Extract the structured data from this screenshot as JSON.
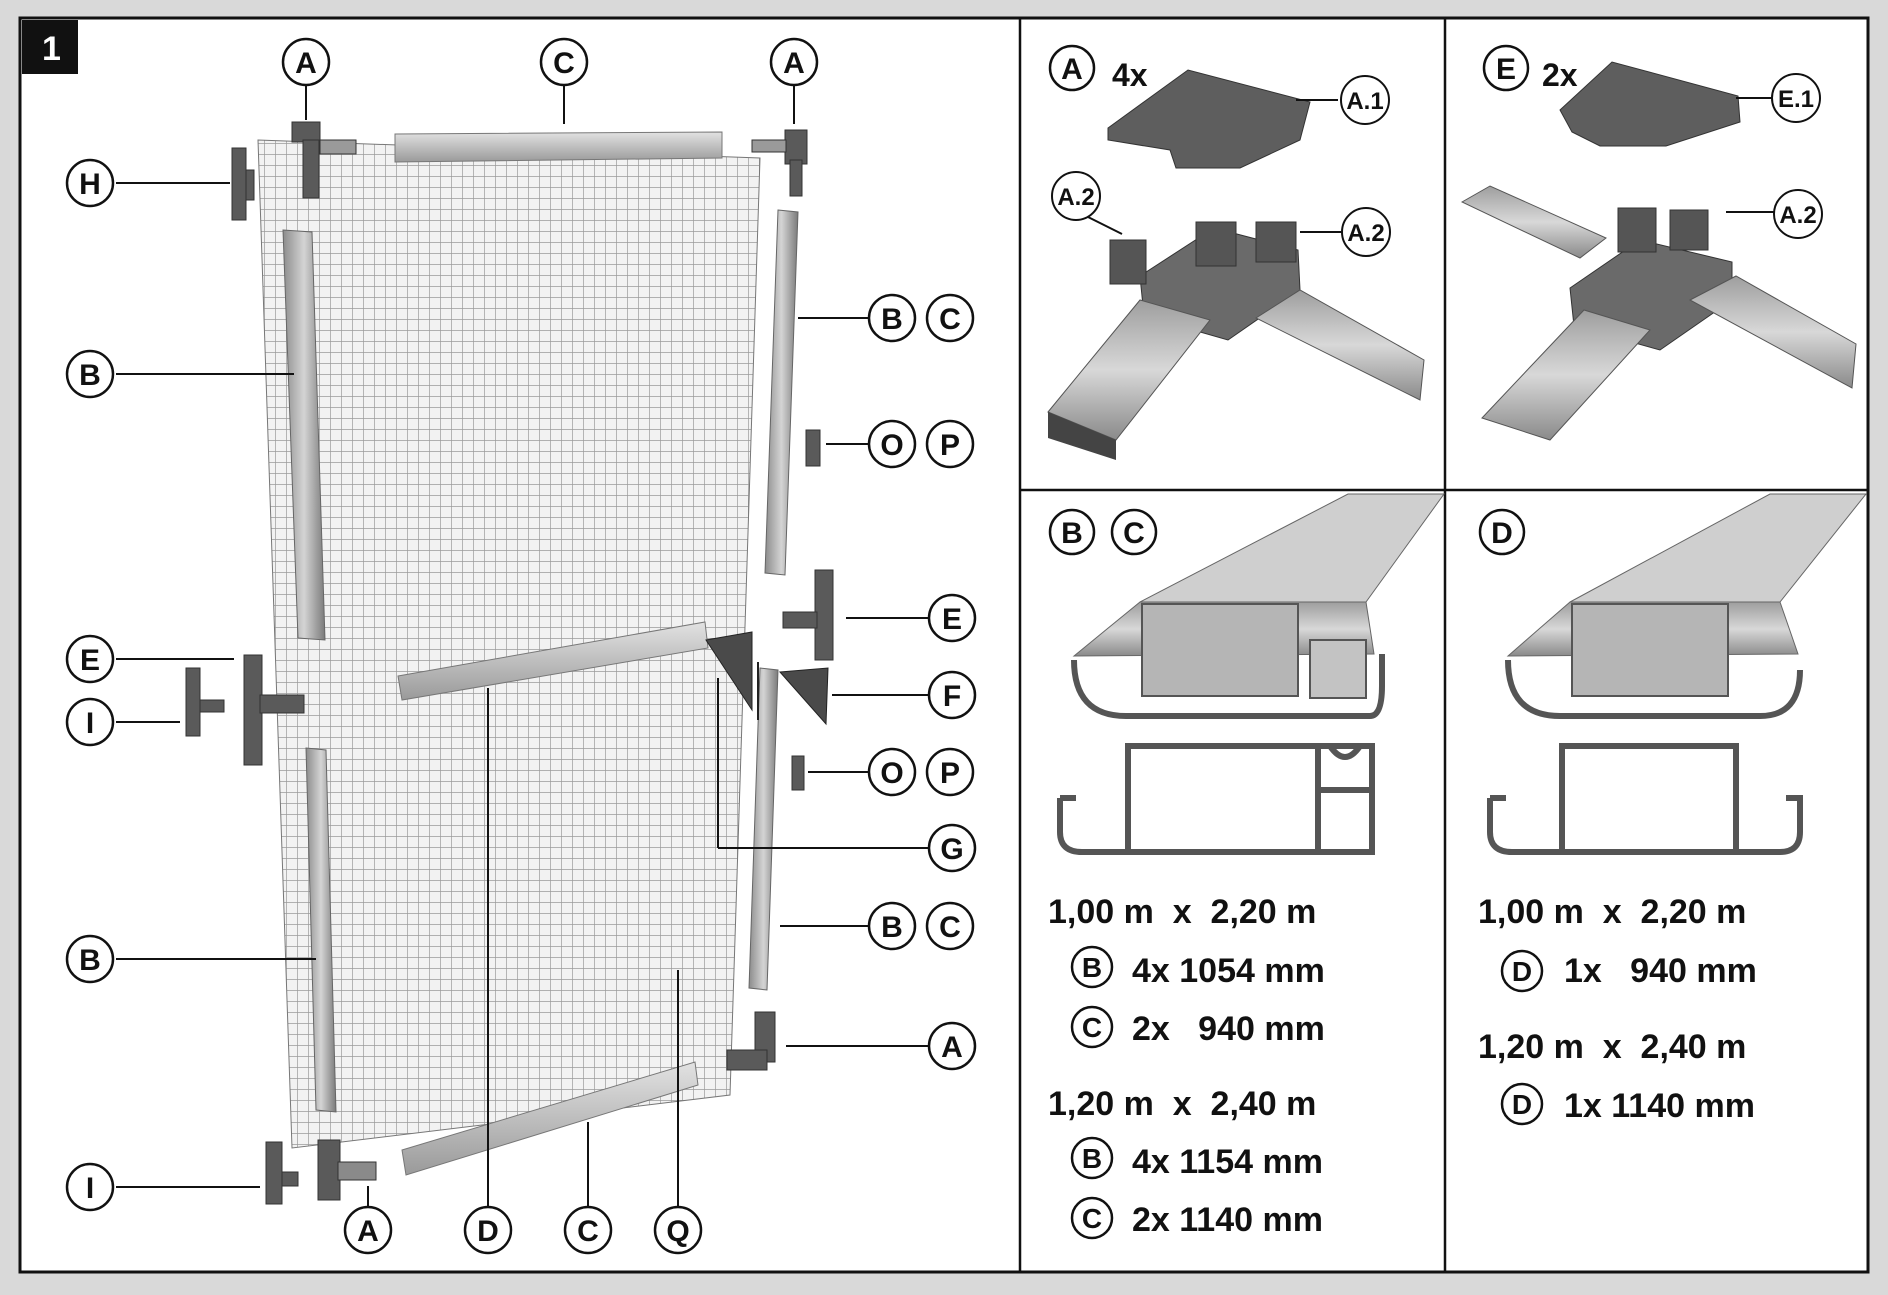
{
  "figure_number": "1",
  "callouts": {
    "A": "A",
    "B": "B",
    "C": "C",
    "D": "D",
    "E": "E",
    "F": "F",
    "G": "G",
    "H": "H",
    "I": "I",
    "O": "O",
    "P": "P",
    "Q": "Q",
    "A1": "A.1",
    "A2": "A.2",
    "E1": "E.1"
  },
  "panel_corner": {
    "quantity": "4x"
  },
  "panel_tee": {
    "quantity": "2x"
  },
  "panel_profile_bc": {
    "size_1": "1,00 m  x  2,20 m",
    "size_1_rows": [
      {
        "label": "B",
        "text": "4x 1054 mm"
      },
      {
        "label": "C",
        "text": "2x   940 mm"
      }
    ],
    "size_2": "1,20 m  x  2,40 m",
    "size_2_rows": [
      {
        "label": "B",
        "text": "4x 1154 mm"
      },
      {
        "label": "C",
        "text": "2x 1140 mm"
      }
    ]
  },
  "panel_profile_d": {
    "size_1": "1,00 m  x  2,20 m",
    "size_1_rows": [
      {
        "label": "D",
        "text": "1x   940 mm"
      }
    ],
    "size_2": "1,20 m  x  2,40 m",
    "size_2_rows": [
      {
        "label": "D",
        "text": "1x 1140 mm"
      }
    ]
  },
  "colors": {
    "frame_border": "#111111",
    "panel_bg": "#ffffff",
    "page_bg": "#d9d9d9",
    "profile_fill": "#b9b9b9",
    "part_dark": "#5a5a5a",
    "mesh": "#9a9a9a"
  }
}
